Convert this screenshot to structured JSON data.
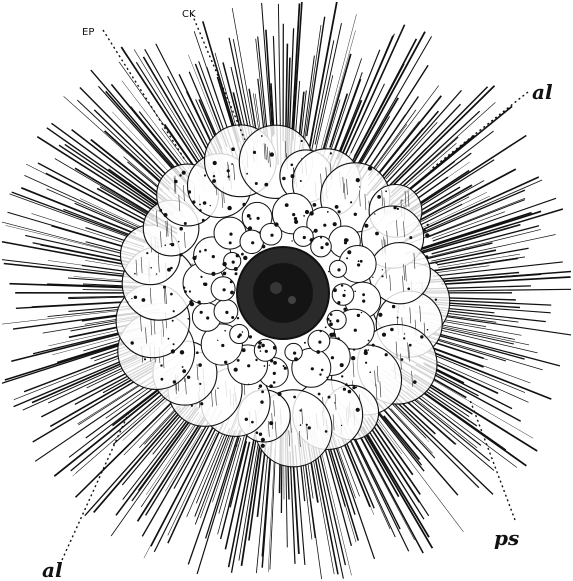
{
  "figure": {
    "labels": {
      "ep": "EP",
      "ck": "CK",
      "al_top": "al",
      "al_bottom": "al",
      "ps": "ps"
    }
  },
  "colors": {
    "ink": "#111111",
    "paper": "#ffffff",
    "center": "#1a1a1a"
  }
}
